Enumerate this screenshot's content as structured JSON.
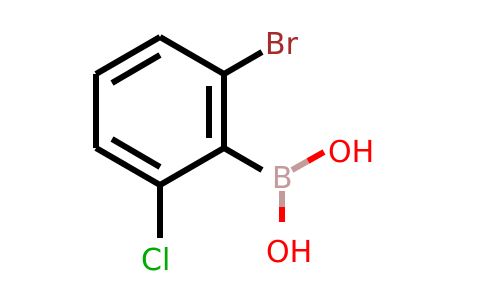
{
  "molecule": {
    "atoms": {
      "br": "Br",
      "cl": "Cl",
      "b": "B",
      "oh_top": "OH",
      "oh_bottom": "OH"
    },
    "colors": {
      "bond": "#000000",
      "bromine": "#a52a2a",
      "chlorine": "#00aa00",
      "boron": "#c49a9a",
      "oxygen": "#ff0000"
    }
  }
}
